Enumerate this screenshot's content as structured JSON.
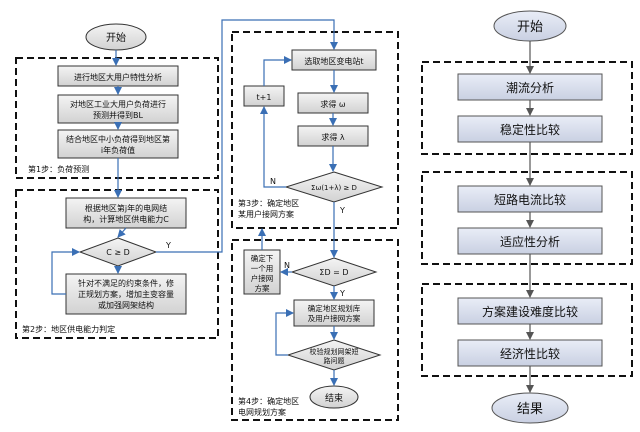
{
  "left": {
    "start": "开始",
    "step1": {
      "boxes": [
        "进行地区大用户特性分析",
        "对地区工业大用户负荷进行",
        "预测并得到BL",
        "结合地区中小负荷得到地区第",
        "i年负荷值"
      ],
      "label": "第1步：负荷预测"
    },
    "step2": {
      "box1": [
        "根据地区第j年的电网结",
        "构，计算地区供电能力C"
      ],
      "decision": "C ≥ D",
      "decision_yes": "Y",
      "fix": [
        "针对不满足的约束条件，修",
        "正规划方案，增加主变容量",
        "或加强网架结构"
      ],
      "label": "第2步：地区供电能力判定"
    },
    "step3": {
      "select": "选取地区变电站t",
      "t_inc": "t+1",
      "get_w": "求得 ω",
      "get_l": "求得 λ",
      "decision": "Σω(1+λ) ≥ D",
      "no": "N",
      "yes": "Y",
      "label": [
        "第3步：确定地区",
        "某用户接网方案"
      ]
    },
    "step4": {
      "next_user": [
        "确定下",
        "一个用",
        "户接网",
        "方案"
      ],
      "decision": "ΣD = D",
      "no": "N",
      "yes": "Y",
      "confirm": [
        "确定地区规划库",
        "及用户接网方案"
      ],
      "verify": [
        "校验规划网架短",
        "路问题"
      ],
      "end": "结束",
      "label": [
        "第4步：确定地区",
        "电网规划方案"
      ]
    }
  },
  "right": {
    "start": "开始",
    "group1": [
      "潮流分析",
      "稳定性比较"
    ],
    "group2": [
      "短路电流比较",
      "适应性分析"
    ],
    "group3": [
      "方案建设难度比较",
      "经济性比较"
    ],
    "end": "结果"
  }
}
